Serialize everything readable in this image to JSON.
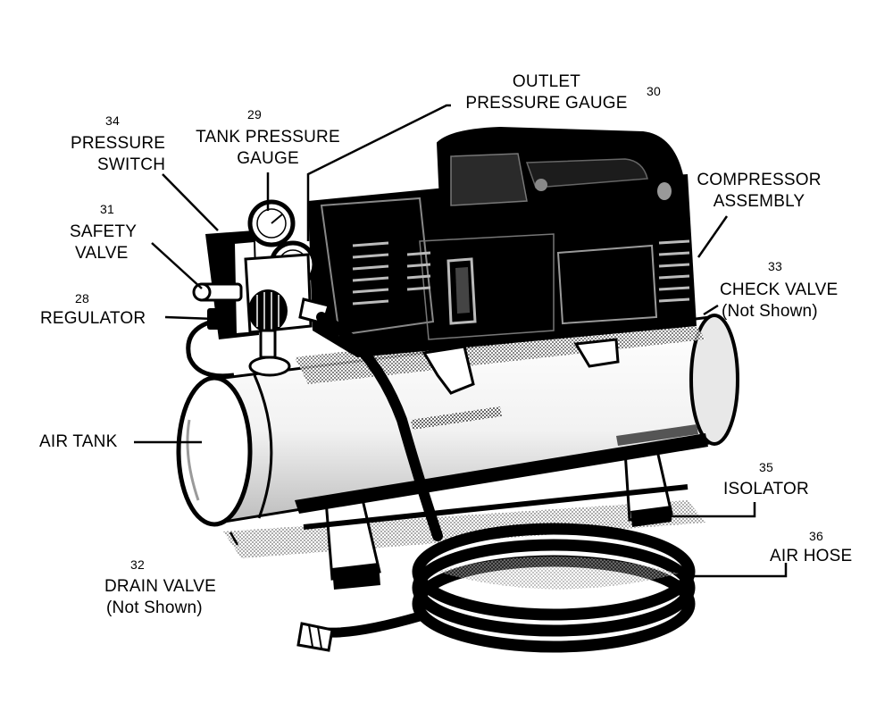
{
  "labels": {
    "outlet_gauge": {
      "line1": "OUTLET",
      "line2": "PRESSURE GAUGE",
      "number": "30"
    },
    "tank_gauge": {
      "number": "29",
      "line1": "TANK PRESSURE",
      "line2": "GAUGE"
    },
    "pressure_switch": {
      "number": "34",
      "line1": "PRESSURE",
      "line2": "SWITCH"
    },
    "safety_valve": {
      "number": "31",
      "line1": "SAFETY",
      "line2": "VALVE"
    },
    "regulator": {
      "number": "28",
      "line1": "REGULATOR"
    },
    "compressor": {
      "line1": "COMPRESSOR",
      "line2": "ASSEMBLY"
    },
    "check_valve": {
      "number": "33",
      "line1": "CHECK VALVE",
      "line2": "(Not Shown)"
    },
    "air_tank": {
      "line1": "AIR TANK"
    },
    "isolator": {
      "number": "35",
      "line1": "ISOLATOR"
    },
    "air_hose": {
      "number": "36",
      "line1": "AIR HOSE"
    },
    "drain_valve": {
      "number": "32",
      "line1": "DRAIN VALVE",
      "line2": "(Not Shown)"
    }
  },
  "colors": {
    "ink": "#000000",
    "paper": "#ffffff",
    "shade": "#b8b8b8"
  }
}
